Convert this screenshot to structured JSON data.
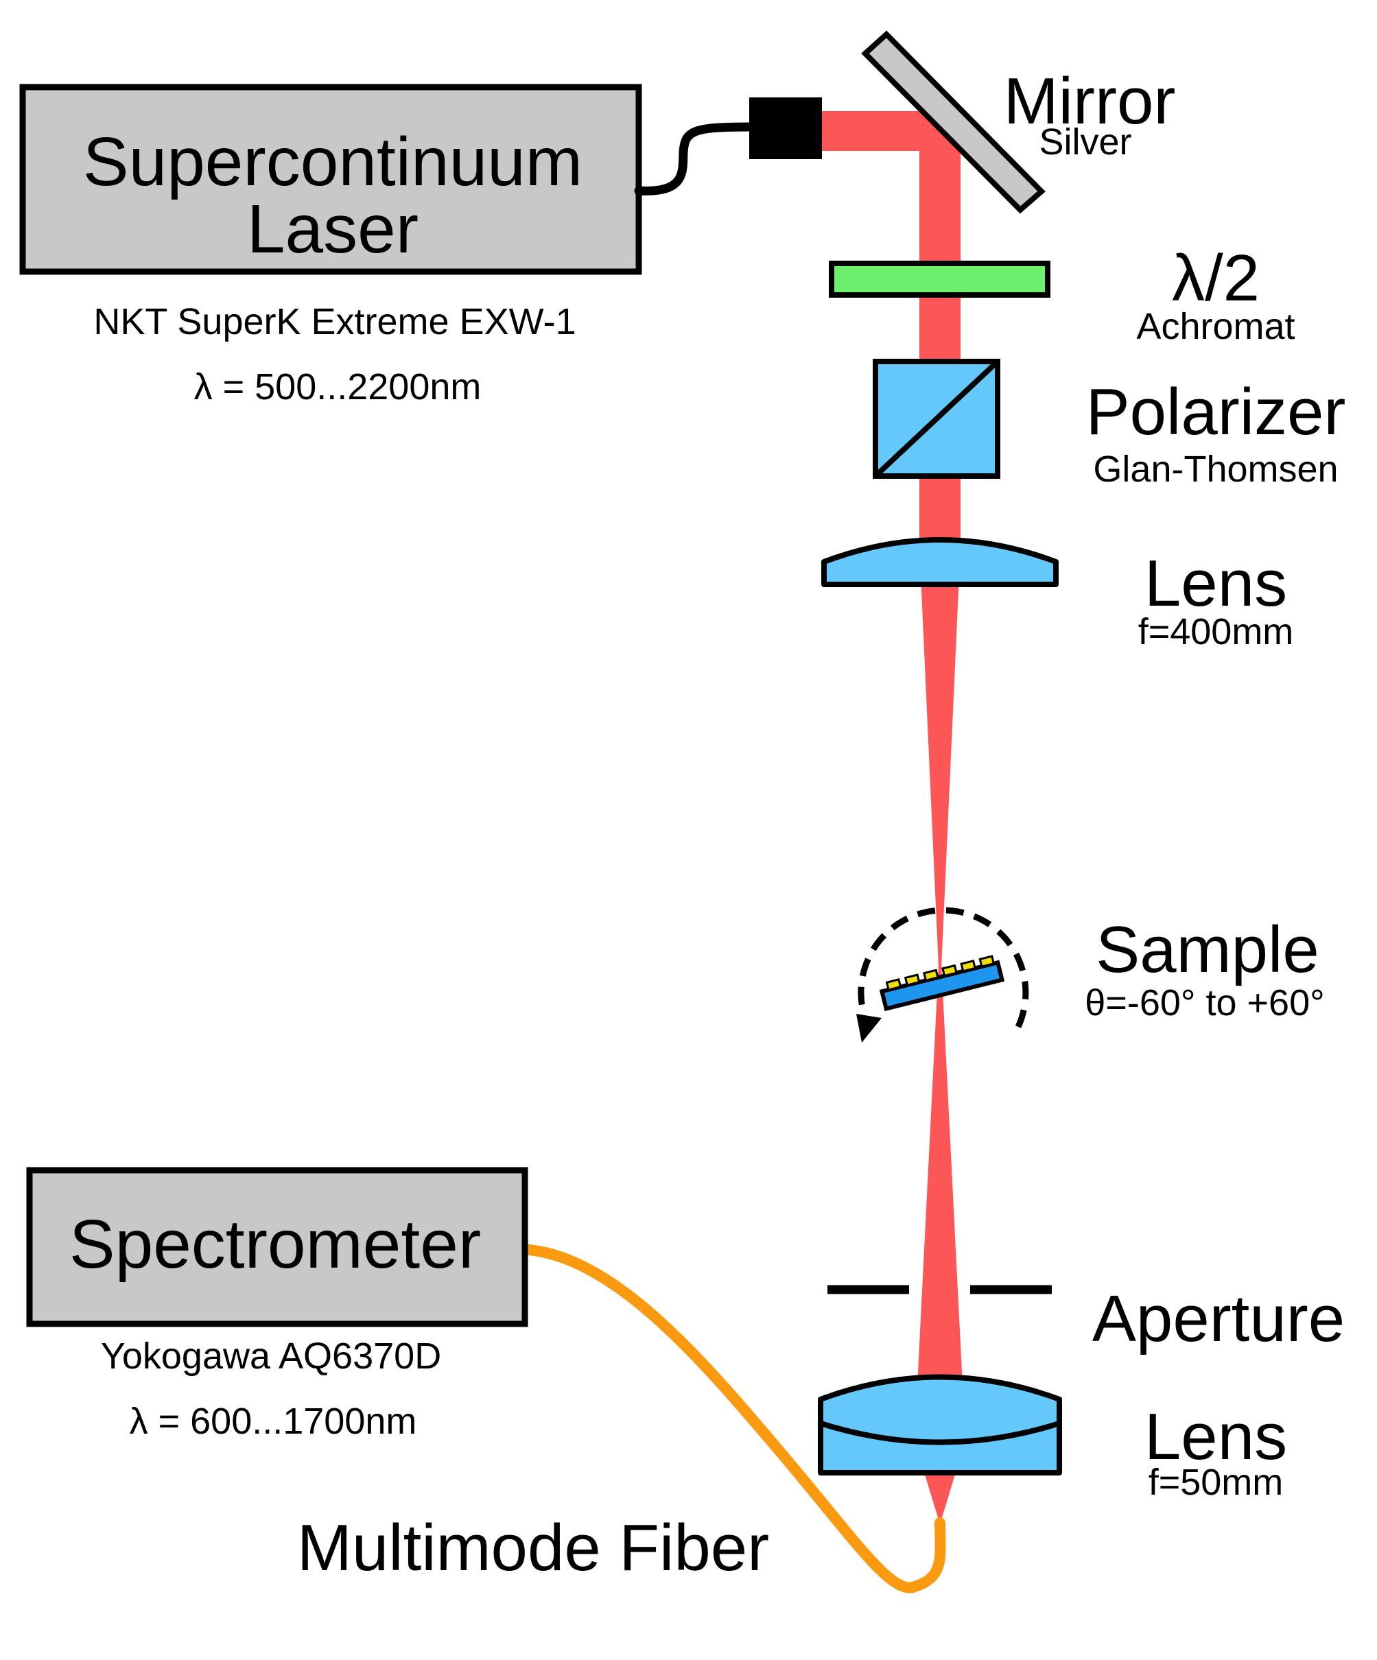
{
  "laser": {
    "title_line1": "Supercontinuum",
    "title_line2": "Laser",
    "model": "NKT SuperK Extreme EXW-1",
    "range": "λ = 500...2200nm"
  },
  "mirror": {
    "label": "Mirror",
    "sublabel": "Silver"
  },
  "waveplate": {
    "label": "λ/2",
    "sublabel": "Achromat"
  },
  "polarizer": {
    "label": "Polarizer",
    "sublabel": "Glan-Thomsen"
  },
  "lens1": {
    "label": "Lens",
    "sublabel": "f=400mm"
  },
  "sample": {
    "label": "Sample",
    "sublabel": "θ=-60° to +60°"
  },
  "aperture": {
    "label": "Aperture"
  },
  "lens2": {
    "label": "Lens",
    "sublabel": "f=50mm"
  },
  "spectrometer": {
    "title": "Spectrometer",
    "model": "Yokogawa AQ6370D",
    "range": "λ = 600...1700nm"
  },
  "fiber": {
    "label": "Multimode Fiber"
  },
  "colors": {
    "beam": "#fd5657",
    "box_fill": "#c8c8c8",
    "optic_blue": "#64c8fa",
    "waveplate_green": "#6ef06e",
    "fiber_orange": "#fa9a10",
    "sample_substrate": "#1e96f0",
    "sample_structures": "#f0e000"
  }
}
